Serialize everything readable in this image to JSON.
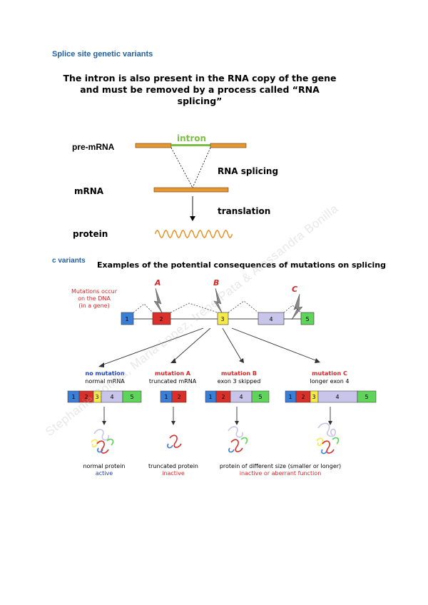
{
  "heading": "Splice site genetic variants",
  "intro": {
    "line1": "The intron is also present in the RNA copy of the gene",
    "line2": "and must be removed by a process called “RNA",
    "line3": "splicing”"
  },
  "splicing": {
    "pre_mrna": "pre-mRNA",
    "intron": "intron",
    "rna_splicing": "RNA splicing",
    "mrna": "mRNA",
    "translation": "translation",
    "protein": "protein"
  },
  "variants_label": "c variants",
  "variants_title": "Examples of the potential consequences of mutations on splicing",
  "mutations": {
    "note_line1": "Mutations occur",
    "note_line2": "on the DNA",
    "note_line3": "(in a gene)",
    "letter_a": "A",
    "letter_b": "B",
    "letter_c": "C",
    "exon1": "1",
    "exon2": "2",
    "exon3": "3",
    "exon4": "4",
    "exon5": "5",
    "cases": [
      {
        "title": "no mutation",
        "subtitle": "normal mRNA",
        "protein": "normal protein",
        "status": "active"
      },
      {
        "title": "mutation A",
        "subtitle": "truncated mRNA",
        "protein": "truncated protein",
        "status": "inactive"
      },
      {
        "title": "mutation B",
        "subtitle": "exon 3 skipped",
        "protein": "protein of different size (smaller or longer)",
        "status": "inactive or aberrant function"
      },
      {
        "title": "mutation C",
        "subtitle": "longer exon 4"
      }
    ]
  },
  "watermark": "Stephanie Bonilla, Maria Lopez, Irene Pata & Alessandra Bonilla",
  "colors": {
    "heading_blue": "#1f5fa8",
    "exon_orange": "#e8962e",
    "intron_green": "#7bc043",
    "exon1_blue": "#3a7fd5",
    "exon2_red": "#d9302a",
    "exon3_yellow": "#f6e94a",
    "exon4_lavender": "#c9c4ea",
    "exon5_green": "#5fd35a",
    "status_blue": "#1f3fbf",
    "status_red": "#d42a2a"
  }
}
